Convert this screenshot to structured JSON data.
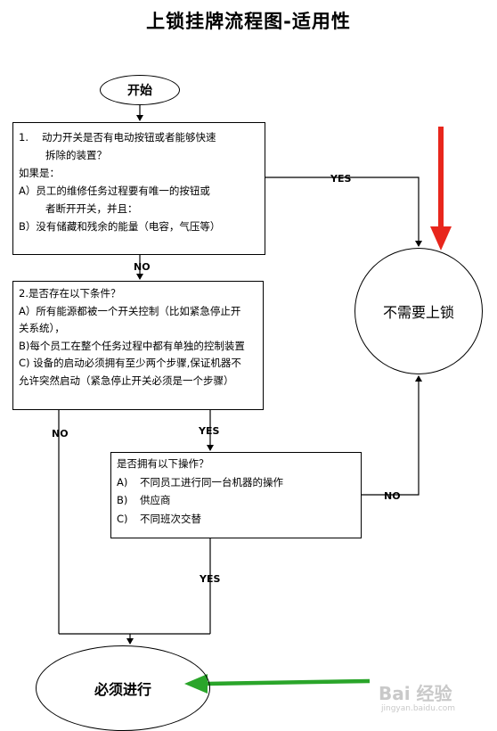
{
  "title": "上锁挂牌流程图-适用性",
  "start": "开始",
  "box1": {
    "q1_num": "1.",
    "q1_line1": "动力开关是否有电动按钮或者能够快速",
    "q1_line2": "拆除的装置？",
    "if_label": "如果是：",
    "a_line1": "A）员工的维修任务过程要有唯一的按钮或",
    "a_line2": "者断开开关，并且：",
    "b_line1": "B）没有储藏和残余的能量（电容，气压等）"
  },
  "box2": {
    "title": "2.是否存在以下条件？",
    "a_line1": "A）所有能源都被一个开关控制（比如紧急停止开",
    "a_line2": "关系统），",
    "b_line1": "B)每个员工在整个任务过程中都有单独的控制装置",
    "c_line1": "C) 设备的启动必须拥有至少两个步骤,保证机器不",
    "c_line2": "允许突然启动（紧急停止开关必须是一个步骤）"
  },
  "box3": {
    "title": "是否拥有以下操作？",
    "items": [
      {
        "label": "A)",
        "text": "不同员工进行同一台机器的操作"
      },
      {
        "label": "B)",
        "text": "供应商"
      },
      {
        "label": "C)",
        "text": "不同班次交替"
      }
    ]
  },
  "no_lock": "不需要上锁",
  "must_do": "必须进行",
  "labels": {
    "yes1": "YES",
    "no1": "NO",
    "no2": "NO",
    "yes2": "YES",
    "no3": "NO",
    "yes3": "YES"
  },
  "watermark": {
    "main": "Bai 经验",
    "sub": "jingyan.baidu.com"
  },
  "colors": {
    "red_arrow": "#e8261c",
    "green_arrow": "#2aa52a"
  }
}
